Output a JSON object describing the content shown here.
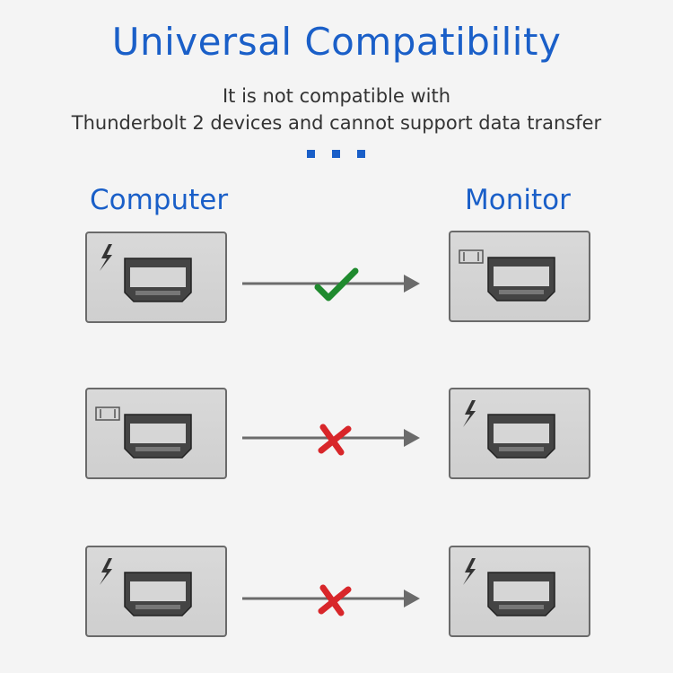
{
  "header": {
    "title": "Universal Compatibility",
    "subtitle_line1": "It is not compatible with",
    "subtitle_line2": "Thunderbolt 2 devices and cannot support data transfer"
  },
  "columns": {
    "left": "Computer",
    "right": "Monitor"
  },
  "rows": [
    {
      "computer_icon": "thunderbolt-icon",
      "monitor_icon": "displayport-icon",
      "result": "compatible",
      "mark_icon": "check-icon"
    },
    {
      "computer_icon": "displayport-icon",
      "monitor_icon": "thunderbolt-icon",
      "result": "incompatible",
      "mark_icon": "cross-icon"
    },
    {
      "computer_icon": "thunderbolt-icon",
      "monitor_icon": "thunderbolt-icon",
      "result": "incompatible",
      "mark_icon": "cross-icon"
    }
  ],
  "colors": {
    "accent": "#1a5fc8",
    "check": "#1f8a2e",
    "cross": "#d8262a",
    "arrow": "#6b6b6b"
  }
}
